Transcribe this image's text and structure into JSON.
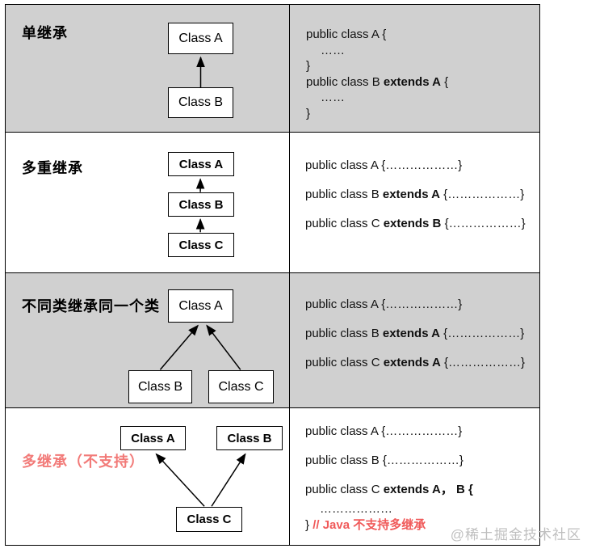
{
  "watermark": "@稀土掘金技术社区",
  "colors": {
    "row_gray": "#d0d0d0",
    "accent_red_label": "#f27a78",
    "accent_red_comment": "#f05a5a",
    "box_border": "#000000"
  },
  "rows": [
    {
      "label": "单继承",
      "boxes": [
        "Class A",
        "Class B"
      ],
      "code_lines": [
        {
          "segs": [
            {
              "t": "public class A {"
            }
          ]
        },
        {
          "cls": "indent",
          "segs": [
            {
              "t": "……"
            }
          ]
        },
        {
          "segs": [
            {
              "t": "}"
            }
          ]
        },
        {
          "segs": [
            {
              "t": "public class B "
            },
            {
              "t": "extends A",
              "b": true
            },
            {
              "t": " {"
            }
          ]
        },
        {
          "cls": "indent",
          "segs": [
            {
              "t": "……"
            }
          ]
        },
        {
          "segs": [
            {
              "t": "}"
            }
          ]
        }
      ]
    },
    {
      "label": "多重继承",
      "boxes": [
        "Class A",
        "Class B",
        "Class C"
      ],
      "code_lines": [
        {
          "segs": [
            {
              "t": "public class A {………………}"
            }
          ]
        },
        {
          "segs": [
            {
              "t": "public class B "
            },
            {
              "t": "extends A",
              "b": true
            },
            {
              "t": " {………………}"
            }
          ]
        },
        {
          "segs": [
            {
              "t": "public class C "
            },
            {
              "t": "extends B",
              "b": true
            },
            {
              "t": " {………………}"
            }
          ]
        }
      ]
    },
    {
      "label": "不同类继承同一个类",
      "boxes": [
        "Class A",
        "Class B",
        "Class C"
      ],
      "code_lines": [
        {
          "segs": [
            {
              "t": "public class A {………………}"
            }
          ]
        },
        {
          "segs": [
            {
              "t": "public class B "
            },
            {
              "t": "extends A",
              "b": true
            },
            {
              "t": " {………………}"
            }
          ]
        },
        {
          "segs": [
            {
              "t": "public class C "
            },
            {
              "t": "extends A",
              "b": true
            },
            {
              "t": " {………………}"
            }
          ]
        }
      ]
    },
    {
      "label": "多继承（不支持）",
      "boxes": [
        "Class A",
        "Class B",
        "Class C"
      ],
      "code_lines": [
        {
          "segs": [
            {
              "t": "public class A {………………}"
            }
          ]
        },
        {
          "segs": [
            {
              "t": "public class B {………………}"
            }
          ]
        },
        {
          "cls": "mb4",
          "segs": [
            {
              "t": "public class C "
            },
            {
              "t": "extends A， B {",
              "b": true
            }
          ]
        },
        {
          "cls": "indent tight",
          "segs": [
            {
              "t": "………………"
            }
          ]
        },
        {
          "cls": "tight",
          "segs": [
            {
              "t": "} "
            },
            {
              "t": "// Java 不支持多继承",
              "b": true,
              "r": true
            }
          ]
        }
      ]
    }
  ]
}
